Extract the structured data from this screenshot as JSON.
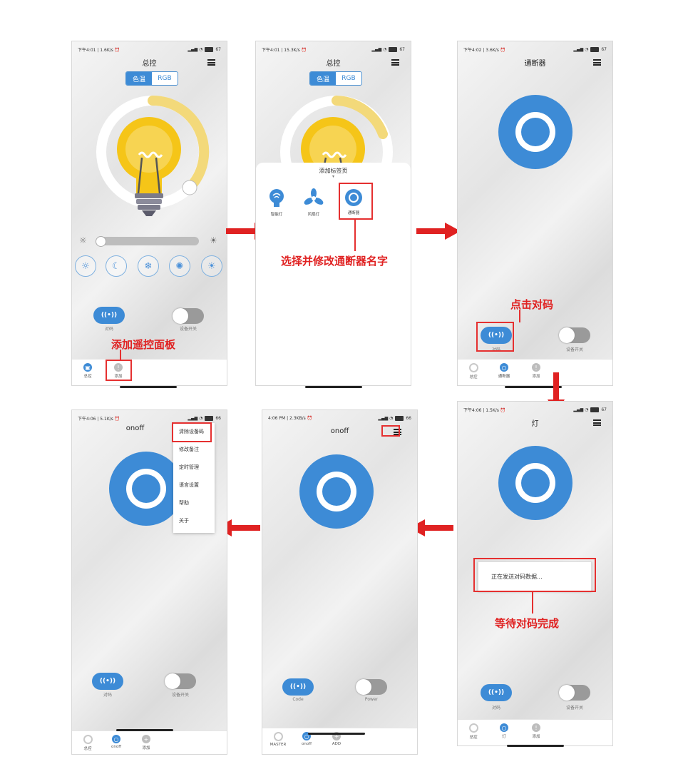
{
  "phones": {
    "p1": {
      "status_left": "下午4:01 | 1.6K/s ⏰",
      "status_battery": "67",
      "title": "总控",
      "seg_on": "色温",
      "seg_off": "RGB",
      "pill_caption": "对码",
      "toggle_caption": "设备开关",
      "tabs": [
        "总控",
        "添加"
      ]
    },
    "p2": {
      "status_left": "下午4:01 | 15.3K/s ⏰",
      "status_battery": "67",
      "title": "总控",
      "seg_on": "色温",
      "seg_off": "RGB",
      "sheet_title": "添加标签页",
      "items": [
        "智能灯",
        "风扇灯",
        "通断器"
      ]
    },
    "p3": {
      "status_left": "下午4:02 | 3.6K/s ⏰",
      "status_battery": "67",
      "title": "通断器",
      "pill_caption": "对码",
      "toggle_caption": "设备开关",
      "tabs": [
        "总控",
        "通断器",
        "添加"
      ]
    },
    "p4": {
      "status_left": "下午4:06 | 5.1K/s ⏰",
      "status_battery": "66",
      "title": "onoff",
      "pill_caption": "对码",
      "toggle_caption": "设备开关",
      "tabs": [
        "总控",
        "onoff",
        "添加"
      ],
      "menu": [
        "清除设备码",
        "修改备注",
        "定时管理",
        "语言设置",
        "帮助",
        "关于"
      ]
    },
    "p5": {
      "status_left": "4:06 PM | 2.3KB/s ⏰",
      "status_battery": "66",
      "title": "onoff",
      "pill_caption": "Code",
      "toggle_caption": "Power",
      "tabs": [
        "MASTER",
        "onoff",
        "ADD"
      ]
    },
    "p6": {
      "status_left": "下午4:06 | 1.5K/s ⏰",
      "status_battery": "67",
      "title": "灯",
      "toast": "正在发送对码数据...",
      "pill_caption": "对码",
      "toggle_caption": "设备开关",
      "tabs": [
        "总控",
        "灯",
        "添加"
      ]
    }
  },
  "annotations": {
    "add_panel": "添加遥控面板",
    "select_rename": "选择并修改通断器名字",
    "click_pair": "点击对码",
    "wait_pair": "等待对码完成"
  },
  "colors": {
    "accent": "#3d8bd6",
    "annotation": "#e02222",
    "bulb": "#f5c518"
  }
}
